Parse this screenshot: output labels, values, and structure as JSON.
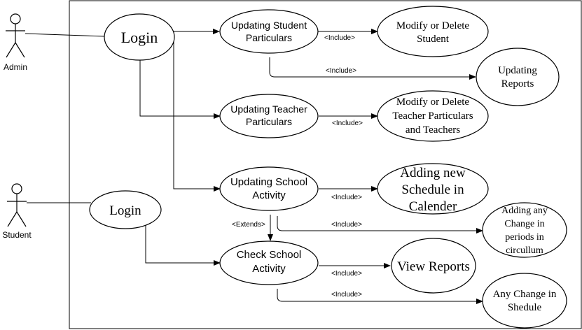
{
  "actors": {
    "admin": "Admin",
    "student": "Student"
  },
  "use_cases": {
    "admin_login": "Login",
    "student_login": "Login",
    "updating_student_particulars": [
      "Updating Student",
      "Particulars"
    ],
    "modify_or_delete_student": [
      "Modify or Delete",
      "Student"
    ],
    "updating_reports": [
      "Updating",
      "Reports"
    ],
    "updating_teacher_particulars": [
      "Updating Teacher",
      "Particulars"
    ],
    "modify_or_delete_teacher": [
      "Modify or Delete",
      "Teacher Particulars",
      "and Teachers"
    ],
    "updating_school_activity": [
      "Updating School",
      "Activity"
    ],
    "adding_new_schedule": [
      "Adding new",
      "Schedule in",
      "Calender"
    ],
    "adding_change_periods": [
      "Adding any",
      "Change in",
      "periods in",
      "circullum"
    ],
    "check_school_activity": [
      "Check School",
      "Activity"
    ],
    "view_reports": "View Reports",
    "any_change_schedule": [
      "Any Change in",
      "Shedule"
    ]
  },
  "relations": {
    "include": "<Include>",
    "extends": "<Extends>"
  }
}
